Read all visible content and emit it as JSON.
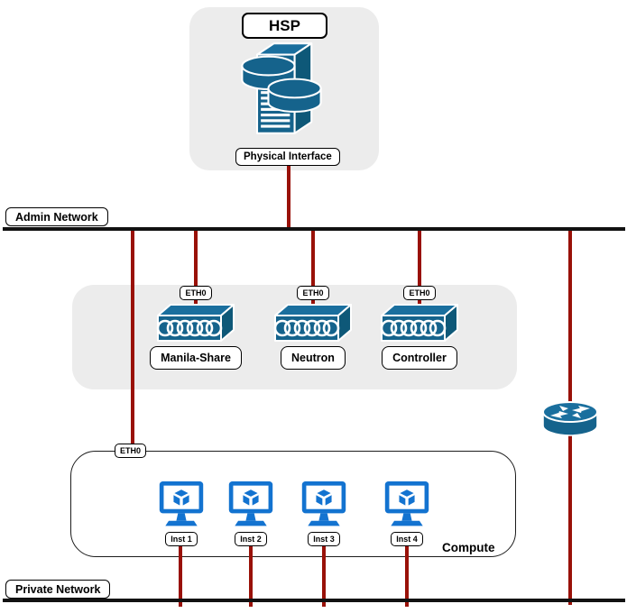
{
  "diagram": {
    "hsp": {
      "title": "HSP",
      "interface_label": "Physical Interface",
      "icon": "storage-server-icon"
    },
    "admin_network": {
      "label": "Admin Network"
    },
    "private_network": {
      "label": "Private Network"
    },
    "services": [
      {
        "eth": "ETH0",
        "name": "Manila-Share",
        "icon": "switch-icon"
      },
      {
        "eth": "ETH0",
        "name": "Neutron",
        "icon": "switch-icon"
      },
      {
        "eth": "ETH0",
        "name": "Controller",
        "icon": "switch-icon"
      }
    ],
    "router": {
      "icon": "router-icon"
    },
    "compute": {
      "eth": "ETH0",
      "label": "Compute",
      "instances": [
        {
          "name": "Inst 1",
          "icon": "instance-monitor-icon"
        },
        {
          "name": "Inst 2",
          "icon": "instance-monitor-icon"
        },
        {
          "name": "Inst 3",
          "icon": "instance-monitor-icon"
        },
        {
          "name": "Inst 4",
          "icon": "instance-monitor-icon"
        }
      ]
    },
    "colors": {
      "device_teal": "#15638C",
      "device_teal_light": "#1A6F9E",
      "device_teal_dark": "#0E5878",
      "instance_blue": "#1373D0",
      "link_red": "#991108",
      "bus_black": "#121212",
      "panel_gray": "#ECECEC"
    }
  }
}
